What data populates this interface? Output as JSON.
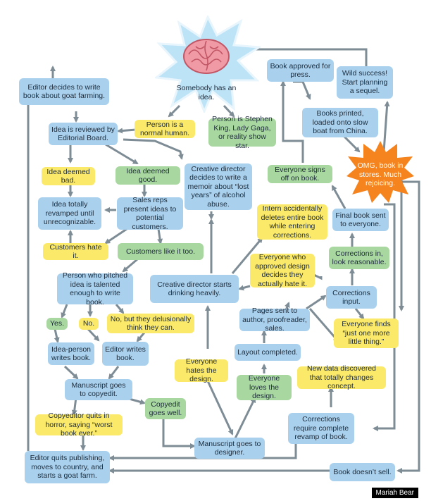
{
  "nodes": {
    "idea": "Somebody has an idea.",
    "normal": "Person is a normal human.",
    "celeb": "Person is Stephen King, Lady Gaga, or reality show star.",
    "review": "Idea is reviewed by Editorial Board.",
    "goat_start": "Editor decides to write book about goat farming.",
    "bad": "Idea deemed bad.",
    "good": "Idea deemed good.",
    "revamp": "Idea totally revamped until unrecognizable.",
    "sales": "Sales reps present ideas to potential customers.",
    "hate": "Customers hate it.",
    "like": "Customers like it too.",
    "memoir": "Creative director decides to write a memoir about “lost years” of alcohol abuse.",
    "approved": "Book approved for press.",
    "printed": "Books printed, loaded onto slow boat from China.",
    "success": "Wild success! Start planning a sequel.",
    "omg": "OMG, book in stores. Much rejoicing.",
    "signoff": "Everyone signs off on book.",
    "intern": "Intern accidentally deletes entire book while entering corrections.",
    "final": "Final book sent to everyone.",
    "corr_in": "Corrections in, look reasonable.",
    "corr_input": "Corrections input.",
    "approved_hate": "Everyone who approved design decides they actually hate it.",
    "drinking": "Creative director starts drinking heavily.",
    "pitched": "Person who pitched idea is talented enough to write book.",
    "yes": "Yes.",
    "no": "No.",
    "delusion": "No, but they delusionally think they can.",
    "pages": "Pages sent to author, proofreader, sales.",
    "one_more": "Everyone finds “just one more little thing.”",
    "idea_writes": "Idea-person writes book.",
    "editor_writes": "Editor writes book.",
    "layout": "Layout completed.",
    "everyone_hates": "Everyone hates the design.",
    "newdata": "New data discovered that totally changes concept.",
    "manuscript": "Manuscript goes to copyedit.",
    "copyedit_well": "Copyedit goes well.",
    "loves": "Everyone loves the design.",
    "quits_horror": "Copyeditor quits in horror, saying “worst book ever.”",
    "corrections_revamp": "Corrections require complete revamp of book.",
    "designer": "Manuscript goes to designer.",
    "editor_quits": "Editor quits publishing, moves to country, and starts a goat farm.",
    "doesnt_sell": "Book doesn’t sell."
  },
  "credit": "Mariah Bear",
  "colors": {
    "blue": "#a9d1ee",
    "green": "#a8d8a0",
    "yellow": "#fbe96a",
    "orange": "#f5841f",
    "arrow": "#7e8c96"
  },
  "icons": {
    "brain": "brain-icon",
    "burst": "starburst-shape"
  }
}
